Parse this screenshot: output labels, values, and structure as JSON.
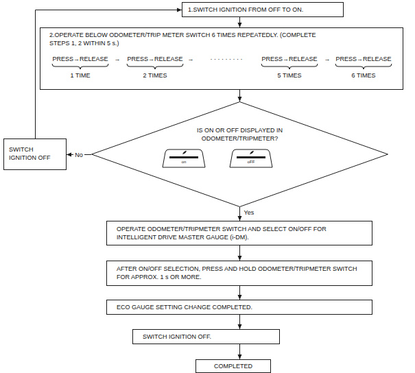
{
  "diagram": {
    "nodes": [
      {
        "text": [
          "1.SWITCH IGNITION FROM OFF TO ON."
        ]
      },
      {
        "text": [
          "2.OPERATE BELOW ODOMETER/TRIP METER SWITCH 6 TIMES REPEATEDLY. (COMPLETE STEPS 1, 2 WITHIN 5 s.)"
        ]
      },
      {
        "text": [
          "IS ON OR OFF DISPLAYED IN ODOMETER/TRIPMETER?"
        ]
      },
      {
        "text": [
          "SWITCH IGNITION OFF"
        ]
      },
      {
        "text": [
          "OPERATE ODOMETER/TRIPMETER SWITCH AND SELECT ON/OFF FOR INTELLIGENT DRIVE MASTER GAUGE (i-DM)."
        ]
      },
      {
        "text": [
          "AFTER ON/OFF SELECTION, PRESS AND HOLD ODOMETER/TRIPMETER SWITCH FOR APPROX. 1 s OR MORE."
        ]
      },
      {
        "text": [
          "ECO GAUGE SETTING CHANGE COMPLETED."
        ]
      },
      {
        "text": [
          "SWITCH IGNITION OFF."
        ]
      },
      {
        "text": [
          "COMPLETED"
        ]
      }
    ],
    "edges": [
      {
        "from": 0,
        "to": 1,
        "arrow": "to"
      },
      {
        "from": 1,
        "to": 2,
        "arrow": "to"
      },
      {
        "from": 2,
        "to": 3,
        "label": "No",
        "arrow": "to"
      },
      {
        "from": 3,
        "to": 0,
        "arrow": "to"
      },
      {
        "from": 2,
        "to": 4,
        "label": "Yes",
        "arrow": "to"
      },
      {
        "from": 4,
        "to": 5,
        "arrow": "to"
      },
      {
        "from": 5,
        "to": 6,
        "arrow": "to"
      },
      {
        "from": 6,
        "to": 7,
        "arrow": "to"
      },
      {
        "from": 7,
        "to": 8,
        "arrow": "to"
      }
    ],
    "labels": [
      "PRESS→RELEASE",
      "→",
      "PRESS→RELEASE",
      "→",
      "· · · · · · · · ·",
      "PRESS→RELEASE",
      "→",
      "PRESS→RELEASE",
      "1 TIME",
      "2 TIMES",
      "5 TIMES",
      "6 TIMES",
      "on",
      "oFF"
    ]
  }
}
